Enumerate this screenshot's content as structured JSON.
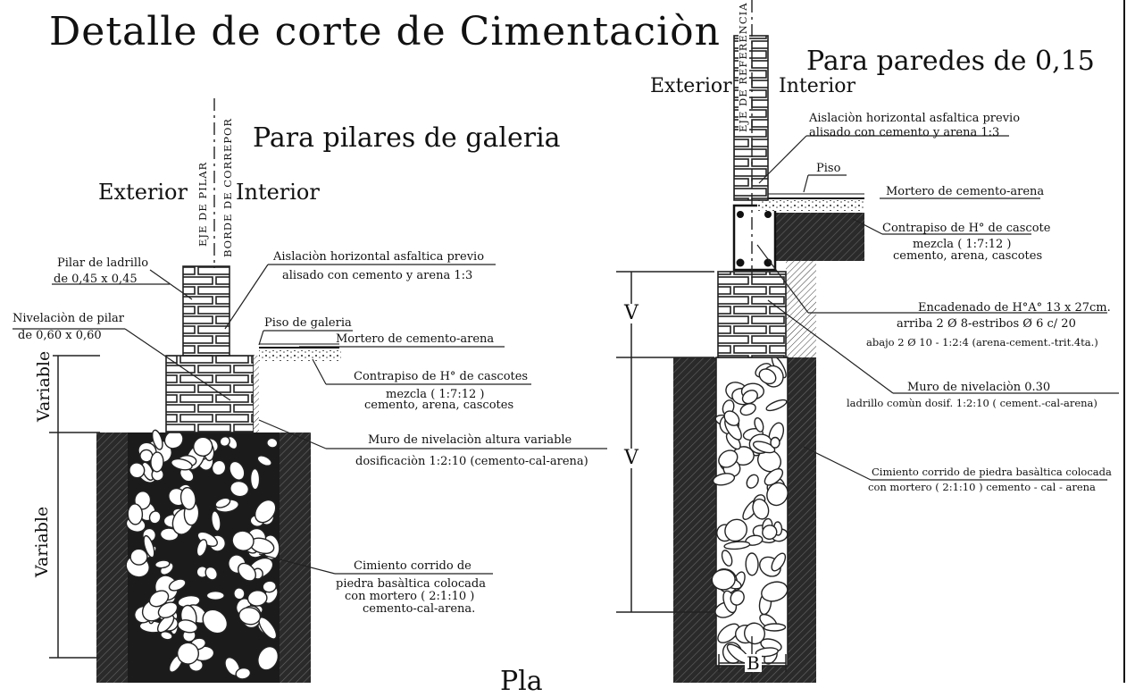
{
  "title": "Detalle de corte de Cimentaciòn",
  "left_detail": {
    "subtitle": "Para pilares de galeria",
    "exterior": "Exterior",
    "interior": "Interior",
    "axis_1": "EJE DE PILAR",
    "axis_2": "BORDE DE CORREPOR",
    "labels": {
      "pilar_1": "Pilar de ladrillo",
      "pilar_2": "de 0,45 x 0,45",
      "niv_1": "Nivelaciòn de pilar",
      "niv_2": "de 0,60 x 0,60",
      "aisl_1": "Aislaciòn horizontal asfaltica previo",
      "aisl_2": "alisado con cemento y arena 1:3",
      "piso": "Piso de galeria",
      "mortero": "Mortero de cemento-arena",
      "contra_1": "Contrapiso de H° de cascotes",
      "contra_2": "mezcla ( 1:7:12 )",
      "contra_3": "cemento, arena, cascotes",
      "muro_1": "Muro de nivelaciòn altura variable",
      "muro_2": "dosificaciòn 1:2:10 (cemento-cal-arena)",
      "cim_1": "Cimiento corrido de",
      "cim_2": "piedra basàltica colocada",
      "cim_3": "con mortero ( 2:1:10 )",
      "cim_4": "cemento-cal-arena."
    },
    "dim_upper": "Variable",
    "dim_lower": "Variable"
  },
  "right_detail": {
    "subtitle": "Para paredes de 0,15",
    "exterior": "Exterior",
    "interior": "Interior",
    "axis": "EJE DE REFERENCIA",
    "labels": {
      "aisl_1": "Aislaciòn horizontal asfaltica previo",
      "aisl_2": "alisado con cemento y arena 1:3",
      "piso": "Piso",
      "mortero": "Mortero de cemento-arena",
      "contra_1": "Contrapiso de H° de cascote",
      "contra_2": "mezcla ( 1:7:12 )",
      "contra_3": "cemento, arena, cascotes",
      "enc_1": "Encadenado de H°A° 13 x 27cm.",
      "enc_2": "arriba 2 Ø 8-estribos Ø 6 c/ 20",
      "enc_3": "abajo 2 Ø 10 - 1:2:4 (arena-cement.-trit.4ta.)",
      "muro_1": "Muro de nivelaciòn 0.30",
      "muro_2": "ladrillo comùn dosif. 1:2:10 ( cement.-cal-arena)",
      "cim_1": "Cimiento corrido de piedra basàltica colocada",
      "cim_2": "con mortero ( 2:1:10 ) cemento - cal - arena"
    },
    "dim_upper": "V",
    "dim_lower": "V",
    "dim_width": "B"
  },
  "bottom_fragment": "Pla"
}
